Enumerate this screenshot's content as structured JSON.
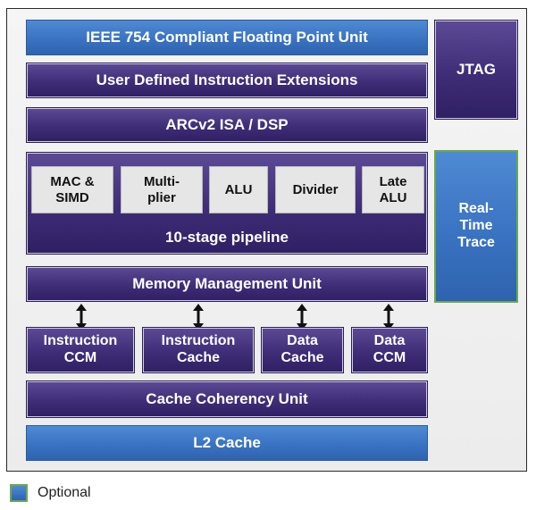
{
  "blocks": {
    "fpu": "IEEE 754 Compliant Floating Point Unit",
    "udie": "User Defined Instruction Extensions",
    "isa": "ARCv2 ISA / DSP",
    "pipeline": "10-stage pipeline",
    "mmu": "Memory Management Unit",
    "icache": "Instruction\nCache",
    "iccm": "Instruction\nCCM",
    "dcache": "Data\nCache",
    "dccm": "Data\nCCM",
    "ccu": "Cache Coherency Unit",
    "l2": "L2 Cache",
    "jtag": "JTAG",
    "rtt": "Real-\nTime\nTrace"
  },
  "pipeline_units": [
    "MAC &\nSIMD",
    "Multi-\nplier",
    "ALU",
    "Divider",
    "Late\nALU"
  ],
  "legend": {
    "label": "Optional",
    "color": "#3a73c2"
  },
  "colors": {
    "purple": "#3f2d77",
    "blue": "#3a73c2",
    "optional_border": "#6aa84f"
  }
}
